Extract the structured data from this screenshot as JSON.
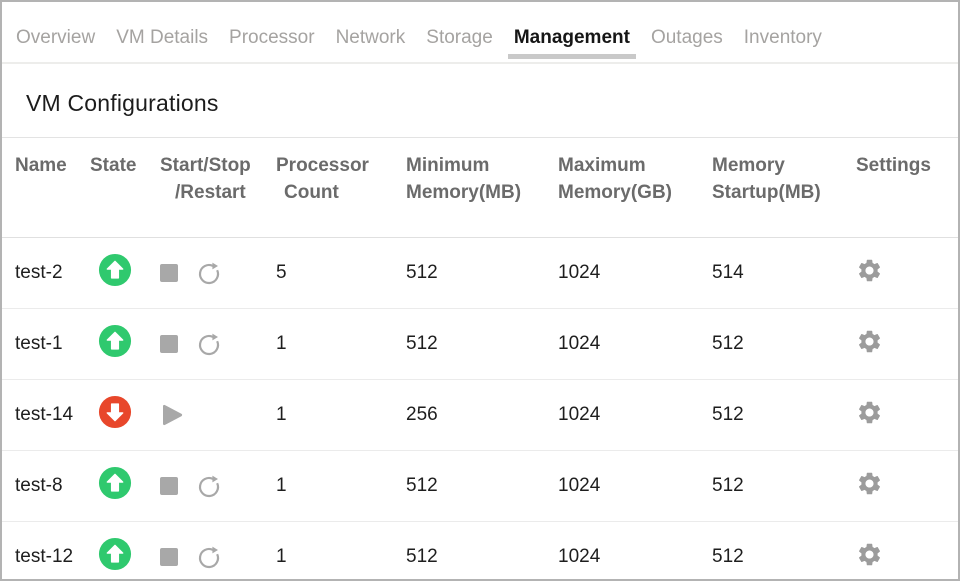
{
  "tabs": {
    "items": [
      {
        "label": "Overview",
        "active": false
      },
      {
        "label": "VM Details",
        "active": false
      },
      {
        "label": "Processor",
        "active": false
      },
      {
        "label": "Network",
        "active": false
      },
      {
        "label": "Storage",
        "active": false
      },
      {
        "label": "Management",
        "active": true
      },
      {
        "label": "Outages",
        "active": false
      },
      {
        "label": "Inventory",
        "active": false
      }
    ]
  },
  "page": {
    "title": "VM Configurations"
  },
  "table": {
    "columns": [
      {
        "id": "name",
        "line1": "Name",
        "line2": ""
      },
      {
        "id": "state",
        "line1": "State",
        "line2": ""
      },
      {
        "id": "actions",
        "line1": "Start/Stop",
        "line2": "/Restart"
      },
      {
        "id": "processor",
        "line1": "Processor",
        "line2": "Count"
      },
      {
        "id": "min_memory",
        "line1": "Minimum",
        "line2": "Memory(MB)"
      },
      {
        "id": "max_memory",
        "line1": "Maximum",
        "line2": "Memory(GB)"
      },
      {
        "id": "memory_startup",
        "line1": "Memory",
        "line2": "Startup(MB)"
      },
      {
        "id": "settings",
        "line1": "Settings",
        "line2": ""
      }
    ],
    "rows": [
      {
        "name": "test-2",
        "state": "up",
        "actions": [
          "stop",
          "restart"
        ],
        "processor_count": "5",
        "min_memory": "512",
        "max_memory": "1024",
        "memory_startup": "514"
      },
      {
        "name": "test-1",
        "state": "up",
        "actions": [
          "stop",
          "restart"
        ],
        "processor_count": "1",
        "min_memory": "512",
        "max_memory": "1024",
        "memory_startup": "512"
      },
      {
        "name": "test-14",
        "state": "down",
        "actions": [
          "start"
        ],
        "processor_count": "1",
        "min_memory": "256",
        "max_memory": "1024",
        "memory_startup": "512"
      },
      {
        "name": "test-8",
        "state": "up",
        "actions": [
          "stop",
          "restart"
        ],
        "processor_count": "1",
        "min_memory": "512",
        "max_memory": "1024",
        "memory_startup": "512"
      },
      {
        "name": "test-12",
        "state": "up",
        "actions": [
          "stop",
          "restart"
        ],
        "processor_count": "1",
        "min_memory": "512",
        "max_memory": "1024",
        "memory_startup": "512"
      }
    ]
  },
  "icons": {
    "state_up": "arrow-up-circle-icon",
    "state_down": "arrow-down-circle-icon",
    "stop": "stop-square-icon",
    "restart": "restart-arrow-icon",
    "start": "play-triangle-icon",
    "settings": "gear-icon"
  },
  "colors": {
    "state_up": "#2fc96e",
    "state_down": "#e8472b",
    "icon_gray": "#a8a8a8",
    "gear_gray": "#9c9c9c",
    "tab_active_underline": "#c9c9c9"
  }
}
